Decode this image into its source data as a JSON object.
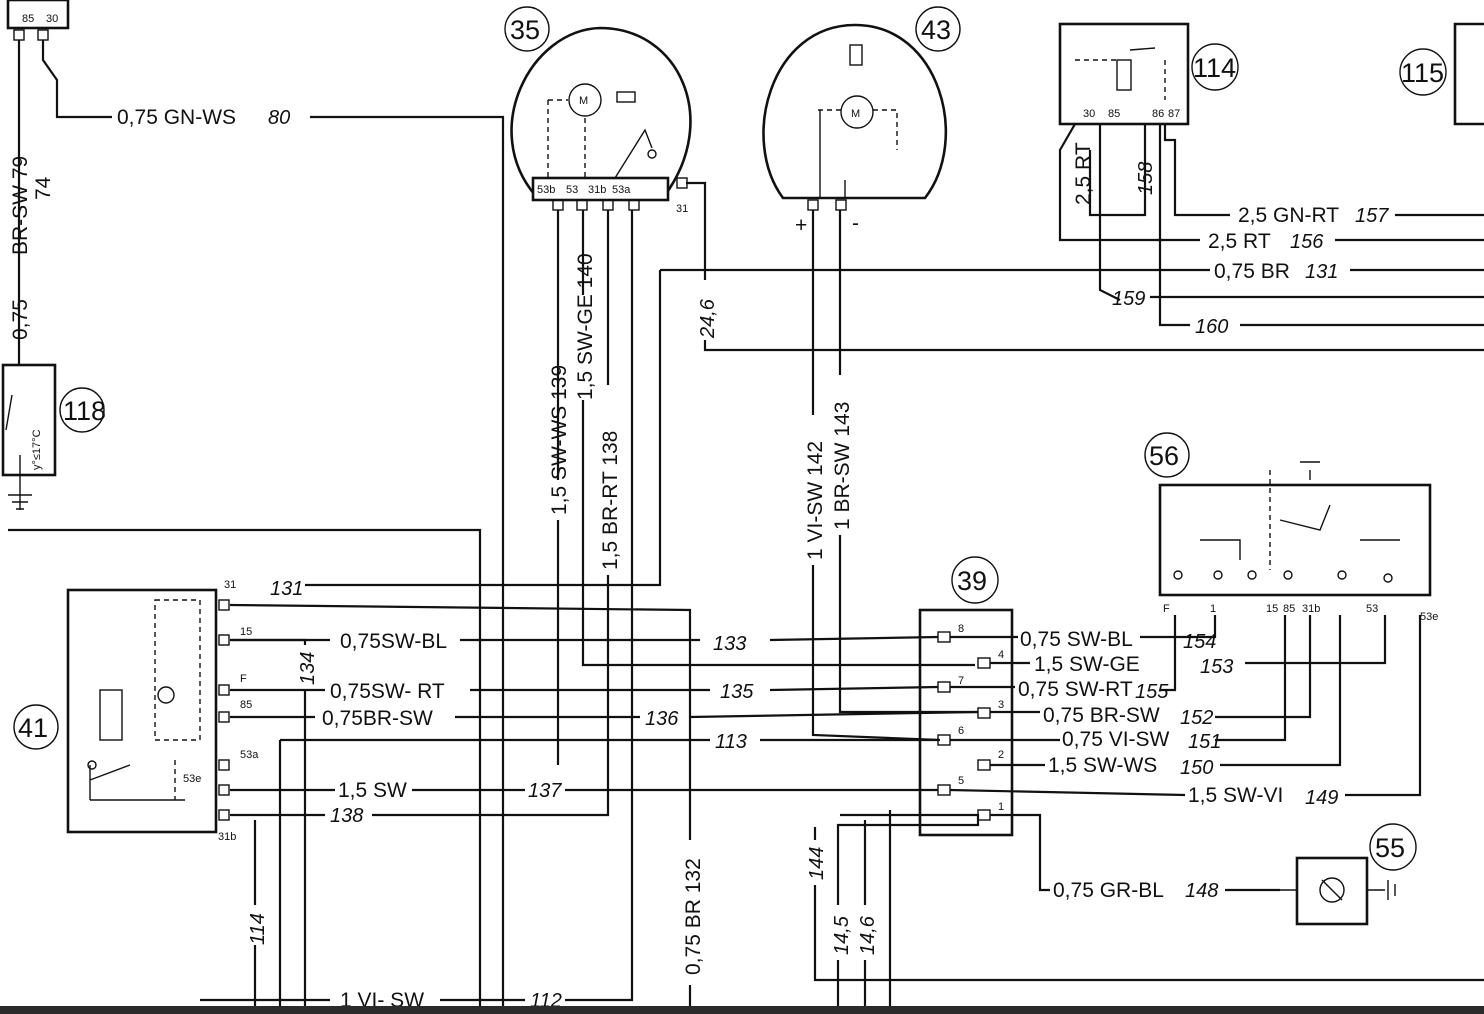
{
  "components": {
    "c35": "35",
    "c43": "43",
    "c114": "114",
    "c115": "115",
    "c118": "118",
    "c56": "56",
    "c41": "41",
    "c39": "39",
    "c55": "55"
  },
  "wires": {
    "gn_ws_80": "0,75 GN-WS",
    "gn_ws_80_n": "80",
    "br_sw_79": "BR-SW 79",
    "n74": "74",
    "n075_left": "0,75",
    "gn_rt_157": "2,5 GN-RT",
    "gn_rt_157_n": "157",
    "rt_156": "2,5 RT",
    "rt_156_n": "156",
    "br_131": "0,75 BR",
    "br_131_n": "131",
    "n159": "159",
    "n160": "160",
    "n25rt": "2,5 RT",
    "n158": "158",
    "n246": "24,6",
    "sw_ws_139": "1,5 SW-WS 139",
    "sw_ge_140": "1,5 SW-GE 140",
    "br_rt_138": "1,5 BR-RT 138",
    "vi_sw_142": "1 VI-SW 142",
    "br_sw_143": "1 BR-SW 143",
    "n131": "131",
    "n134": "134",
    "sw_bl_l": "0,75SW-BL",
    "n133": "133",
    "sw_rt_l": "0,75SW- RT",
    "n135": "135",
    "br_sw_l": "0,75BR-SW",
    "n136": "136",
    "n113": "113",
    "sw_15_l": "1,5 SW",
    "n137": "137",
    "n138": "138",
    "n114": "114",
    "br_132": "0,75 BR 132",
    "vi_sw_112": "1 VI- SW",
    "n112": "112",
    "n144": "144",
    "n145": "14,5",
    "n146": "14,6",
    "sw_bl_154": "0,75 SW-BL",
    "n154": "154",
    "sw_ge_153": "1,5 SW-GE",
    "n153": "153",
    "sw_rt_155": "0,75 SW-RT",
    "n155": "155",
    "br_sw_152": "0,75 BR-SW",
    "n152": "152",
    "vi_sw_151": "0,75 VI-SW",
    "n151": "151",
    "sw_ws_150": "1,5 SW-WS",
    "n150": "150",
    "sw_vi_149": "1,5 SW-VI",
    "n149": "149",
    "gr_bl_148": "0,75 GR-BL",
    "n148": "148"
  },
  "pins": {
    "p85": "85",
    "p30": "30",
    "p87": "87",
    "p86": "86",
    "p8": "8",
    "t31": "31",
    "t15": "15",
    "tF": "F",
    "t85": "85",
    "t53a": "53a",
    "t53e": "53e",
    "t31b": "31b",
    "m53b": "53b",
    "m53": "53",
    "m31b": "31b",
    "m53a": "53a",
    "m31": "31",
    "c8": "8",
    "c4": "4",
    "c7": "7",
    "c3": "3",
    "c6": "6",
    "c2": "2",
    "c5": "5",
    "c1": "1",
    "s_F": "F",
    "s_1": "1",
    "s_15": "15",
    "s_85": "85",
    "s_31b": "31b",
    "s_53": "53",
    "s_53e": "53e",
    "temp": "y°≤17°C",
    "plus": "+",
    "minus": "-",
    "m_label": "M"
  }
}
